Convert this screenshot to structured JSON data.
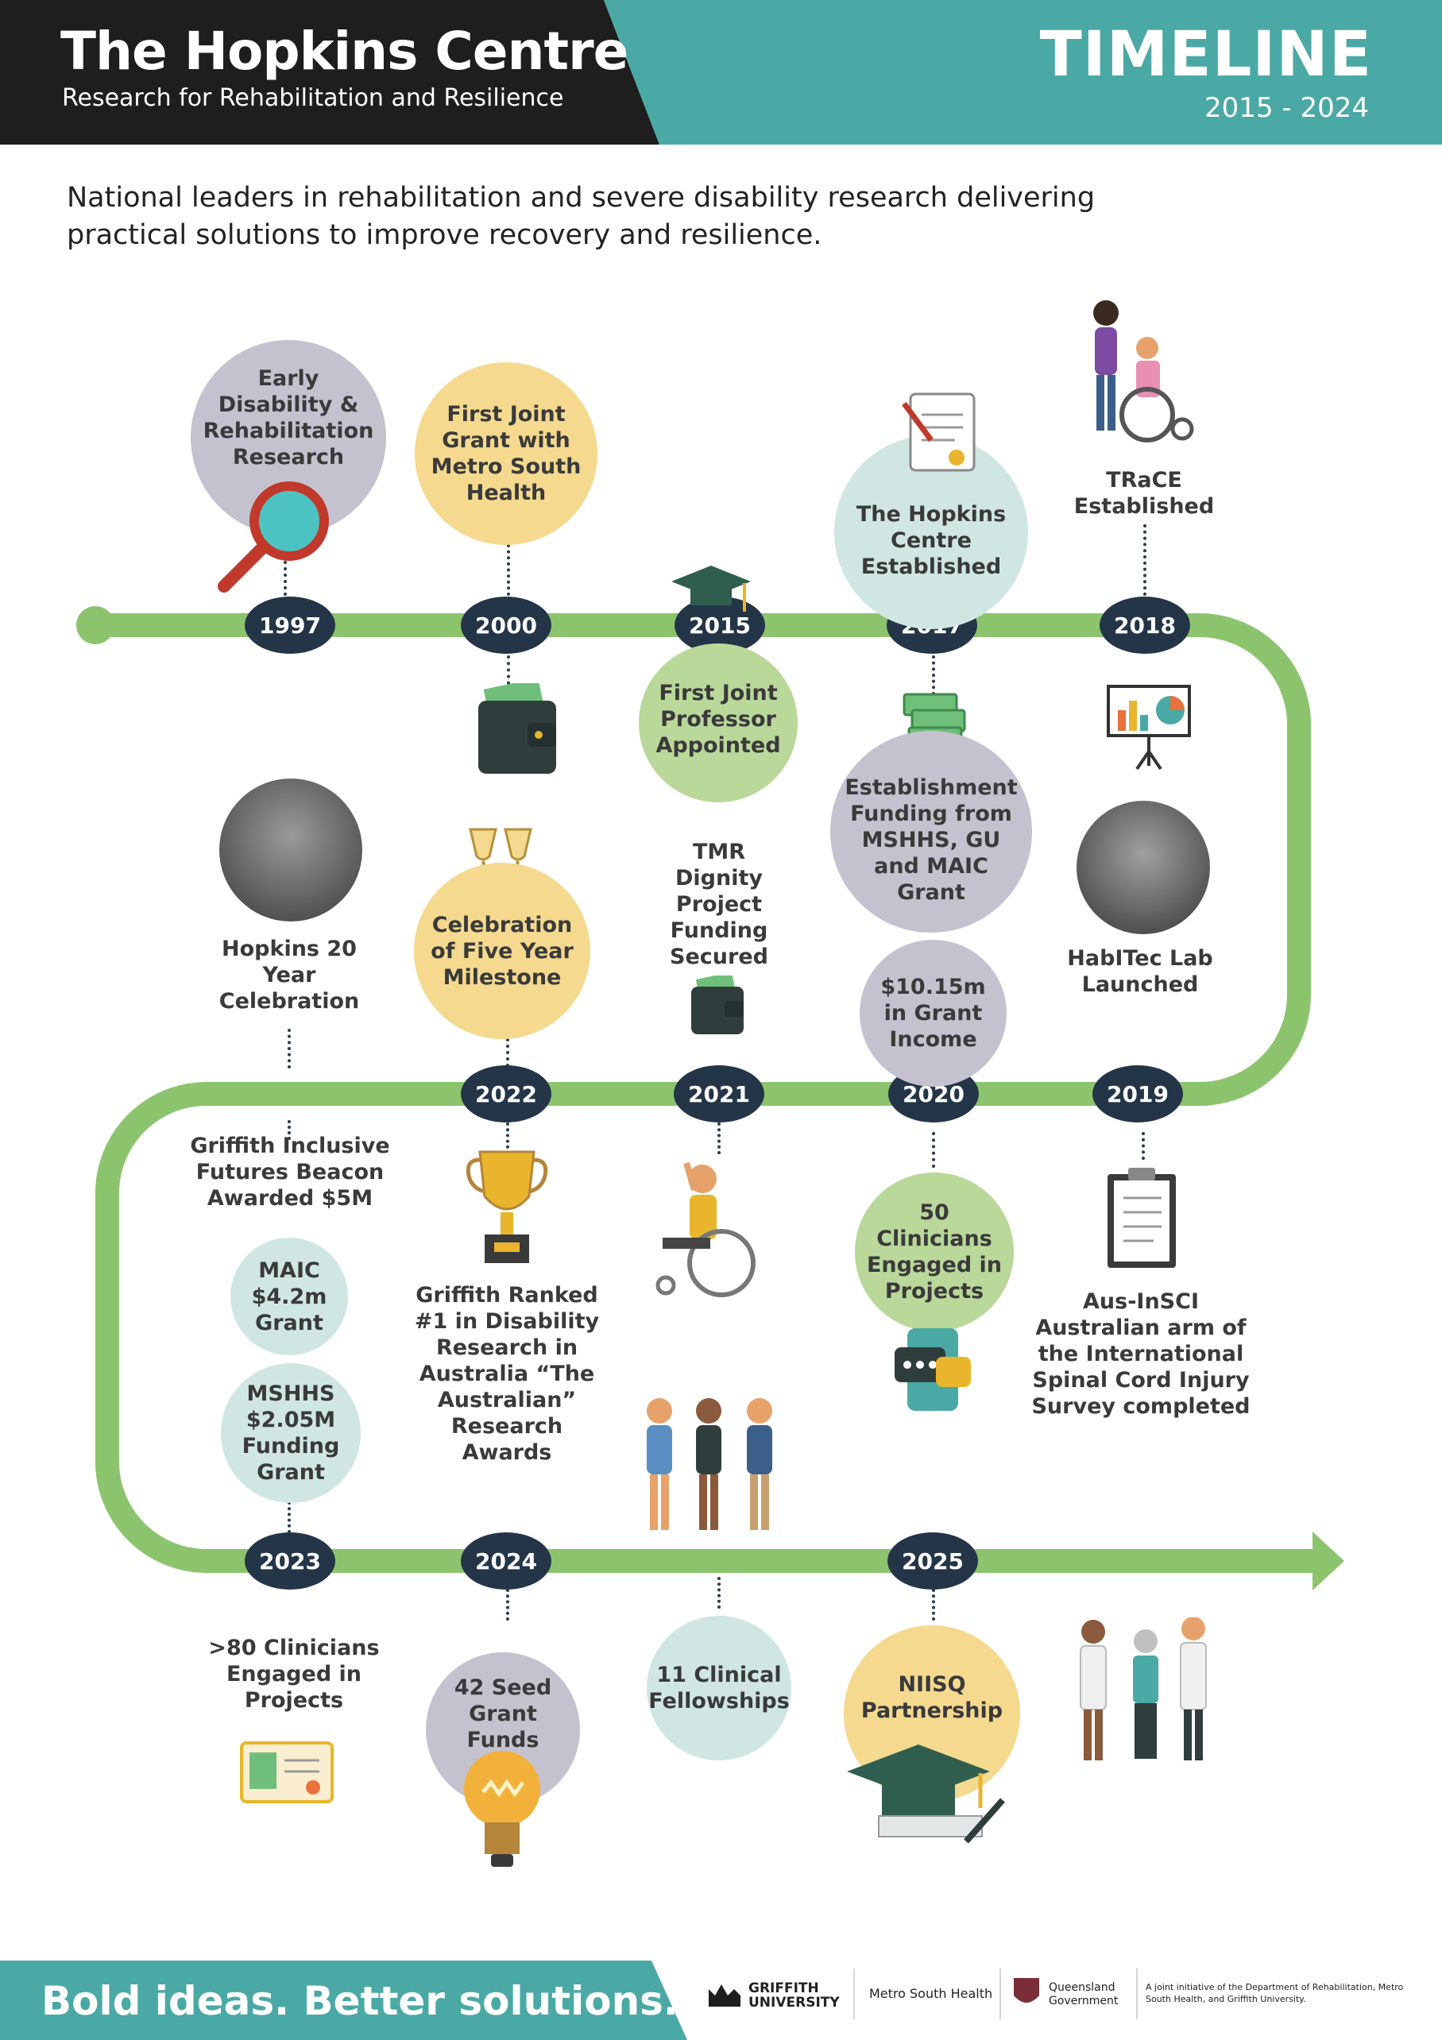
{
  "header": {
    "org_title": "The Hopkins Centre",
    "org_subtitle": "Research for Rehabilitation and Resilience",
    "title": "TIMELINE",
    "years": "2015 - 2024"
  },
  "intro": "National leaders in rehabilitation and severe disability research delivering practical solutions to improve recovery and resilience.",
  "years": [
    "1997",
    "2000",
    "2015",
    "2017",
    "2018",
    "2022",
    "2021",
    "2020",
    "2019",
    "2023",
    "2024",
    "2025"
  ],
  "events": {
    "e1997": "Early Disability & Rehabilitation Research",
    "e2000": "First Joint Grant with Metro South Health",
    "e2015": "First Joint Professor Appointed",
    "e2017a": "The Hopkins Centre Established",
    "e2017b": "Establishment Funding from MSHHS, GU and MAIC Grant",
    "e2018": "TRaCE Established",
    "hopkins20": "Hopkins 20 Year Celebration",
    "celebration5": "Celebration of Five Year Milestone",
    "tmr": "TMR Dignity Project Funding Secured",
    "income": "$10.15m in Grant Income",
    "habitec": "HabITec Lab Launched",
    "beacon": "Griffith Inclusive Futures Beacon Awarded $5M",
    "maic": "MAIC $4.2m Grant",
    "mshhs": "MSHHS $2.05M Funding Grant",
    "ranked": "Griffith Ranked #1 in Disability Research in Australia “The Australian” Research Awards",
    "clinicians50": "50 Clinicians Engaged in Projects",
    "ausinsci": "Aus-InSCI Australian arm of the International Spinal Cord Injury Survey completed",
    "clinicians80": ">80 Clinicians Engaged in Projects",
    "seed": "42 Seed Grant Funds",
    "fellowships": "11 Clinical Fellowships",
    "niisq": "NIISQ Partnership"
  },
  "footer": {
    "slogan": "Bold ideas. Better solutions.",
    "griffith": "GRIFFITH UNIVERSITY",
    "metro": "Metro South Health",
    "qld": "Queensland Government",
    "initiative": "A joint initiative of the Department of Rehabilitation, Metro South Health, and Griffith University."
  },
  "colors": {
    "teal": "#4aa9a5",
    "dark": "#1e1e1e",
    "track": "#8cc46d",
    "year_badge": "#243548",
    "gray": "#c4c2ce",
    "yellow": "#f4d98e",
    "green": "#b9d89a",
    "mint": "#cfe6e2"
  },
  "icons": [
    "magnifier-icon",
    "wallet-icon",
    "graduation-cap-icon",
    "certificate-scroll-icon",
    "money-icon",
    "wheelchair-people-icon",
    "presentation-chart-icon",
    "group-photo",
    "champagne-icon",
    "trophy-icon",
    "wheelchair-user-icon",
    "chat-phone-icon",
    "clipboard-icon",
    "diverse-people-icon",
    "id-card-icon",
    "lightbulb-icon",
    "doctors-handshake-icon"
  ]
}
